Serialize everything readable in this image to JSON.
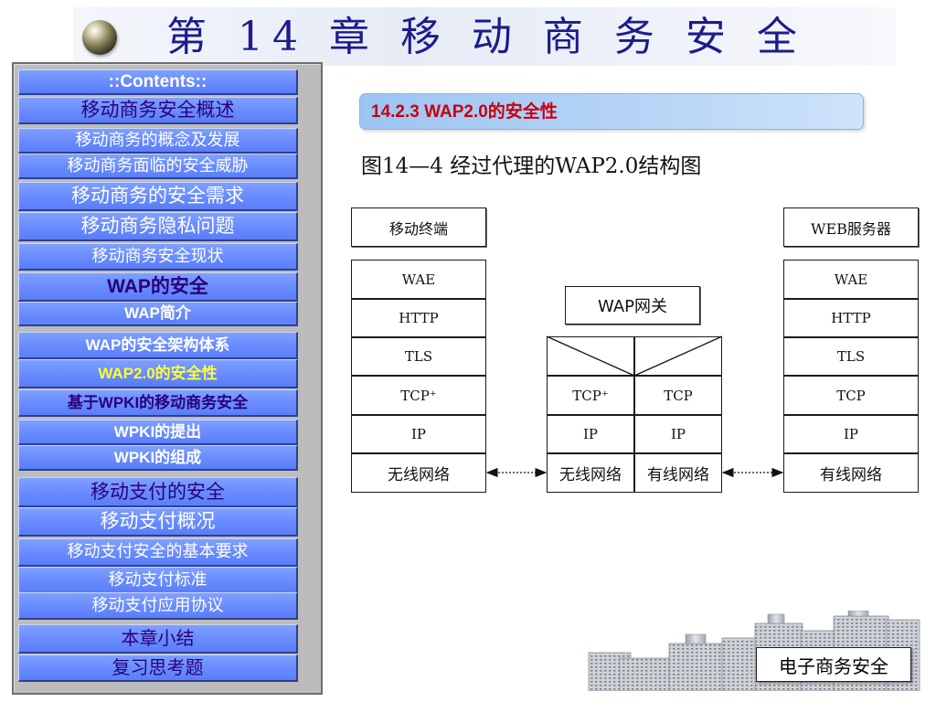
{
  "slide": {
    "title": "第 14 章   移 动 商 务 安 全",
    "section_title": "14.2.3 WAP2.0的安全性",
    "caption": "图14—4 经过代理的WAP2.0结构图",
    "footer_label": "电子商务安全"
  },
  "sidebar": {
    "items": [
      {
        "label": "::Contents::",
        "kind": "contents"
      },
      {
        "label": "移动商务安全概述",
        "kind": "section"
      },
      {
        "label": "移动商务的概念及发展",
        "kind": "item"
      },
      {
        "label": "移动商务面临的安全威胁",
        "kind": "item"
      },
      {
        "label": "移动商务的安全需求",
        "kind": "item"
      },
      {
        "label": "移动商务隐私问题",
        "kind": "item"
      },
      {
        "label": "移动商务安全现状",
        "kind": "item"
      },
      {
        "label": "WAP的安全",
        "kind": "section"
      },
      {
        "label": "WAP简介",
        "kind": "item"
      },
      {
        "label": "WAP的安全架构体系",
        "kind": "item"
      },
      {
        "label": "WAP2.0的安全性",
        "kind": "active"
      },
      {
        "label": "基于WPKI的移动商务安全",
        "kind": "section"
      },
      {
        "label": "WPKI的提出",
        "kind": "item"
      },
      {
        "label": "WPKI的组成",
        "kind": "item"
      },
      {
        "label": "移动支付的安全",
        "kind": "section"
      },
      {
        "label": "移动支付概况",
        "kind": "item"
      },
      {
        "label": "移动支付安全的基本要求",
        "kind": "item"
      },
      {
        "label": "移动支付标准",
        "kind": "item"
      },
      {
        "label": "移动支付应用协议",
        "kind": "item"
      },
      {
        "label": "本章小结",
        "kind": "section"
      },
      {
        "label": "复习思考题",
        "kind": "section"
      }
    ]
  },
  "diagram": {
    "left_header": "移动终端",
    "right_header": "WEB服务器",
    "gateway_label": "WAP网关",
    "left_stack": [
      "WAE",
      "HTTP",
      "TLS",
      "TCP⁺",
      "IP",
      "无线网络"
    ],
    "right_stack": [
      "WAE",
      "HTTP",
      "TLS",
      "TCP",
      "IP",
      "有线网络"
    ],
    "gateway_left": [
      "TCP⁺",
      "IP",
      "无线网络"
    ],
    "gateway_right": [
      "TCP",
      "IP",
      "有线网络"
    ]
  }
}
